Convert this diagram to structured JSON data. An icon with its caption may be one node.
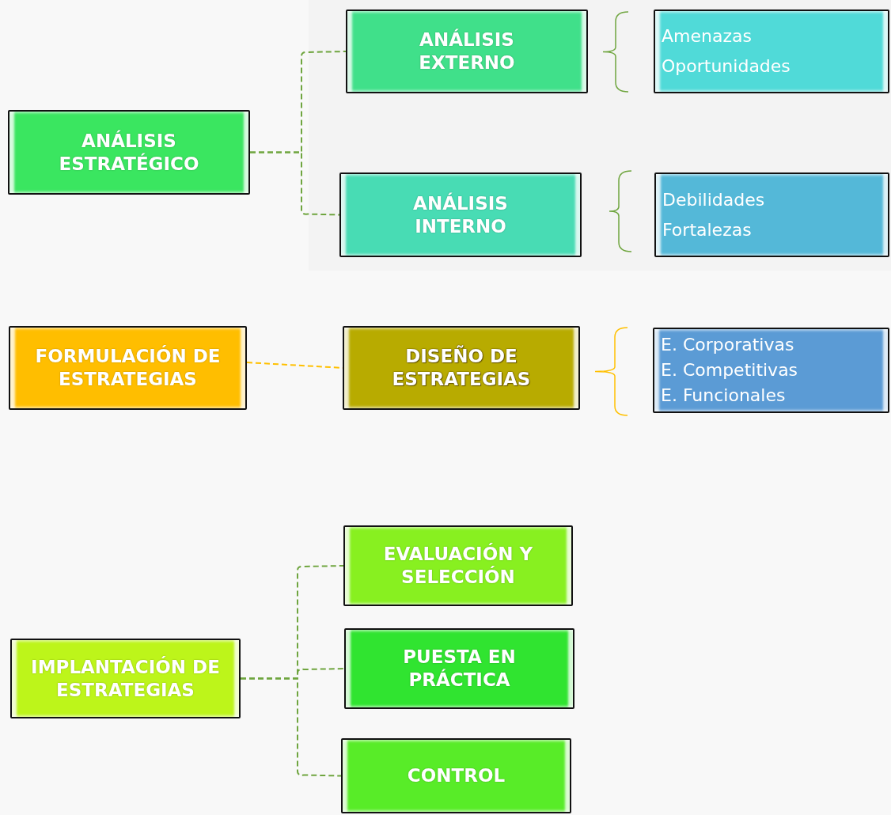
{
  "diagram": {
    "nodes": [
      {
        "text": [
          "ANÁLISIS ESTRATÉGICO"
        ]
      },
      {
        "text": [
          "ANÁLISIS EXTERNO"
        ]
      },
      {
        "text": [
          "Amenazas",
          "Oportunidades"
        ]
      },
      {
        "text": [
          "ANÁLISIS INTERNO"
        ]
      },
      {
        "text": [
          "Debilidades",
          "Fortalezas"
        ]
      },
      {
        "text": [
          "FORMULACIÓN DE ESTRATEGIAS"
        ]
      },
      {
        "text": [
          "DISEÑO DE ESTRATEGIAS"
        ]
      },
      {
        "text": [
          "E. Corporativas",
          "E. Competitivas",
          "E. Funcionales"
        ]
      },
      {
        "text": [
          "IMPLANTACIÓN DE ESTRATEGIAS"
        ]
      },
      {
        "text": [
          "EVALUACIÓN Y SELECCIÓN"
        ]
      },
      {
        "text": [
          "PUESTA EN PRÁCTICA"
        ]
      },
      {
        "text": [
          "CONTROL"
        ]
      }
    ],
    "edges": [
      {
        "from": 0,
        "to": 1,
        "arrow": "none",
        "style": "dashed"
      },
      {
        "from": 0,
        "to": 3,
        "arrow": "none",
        "style": "dashed"
      },
      {
        "from": 5,
        "to": 6,
        "arrow": "none",
        "style": "dashed",
        "color": "#ffc000"
      },
      {
        "from": 8,
        "to": 9,
        "arrow": "none",
        "style": "dashed"
      },
      {
        "from": 8,
        "to": 10,
        "arrow": "none",
        "style": "dashed"
      },
      {
        "from": 8,
        "to": 11,
        "arrow": "none",
        "style": "dashed"
      }
    ]
  }
}
